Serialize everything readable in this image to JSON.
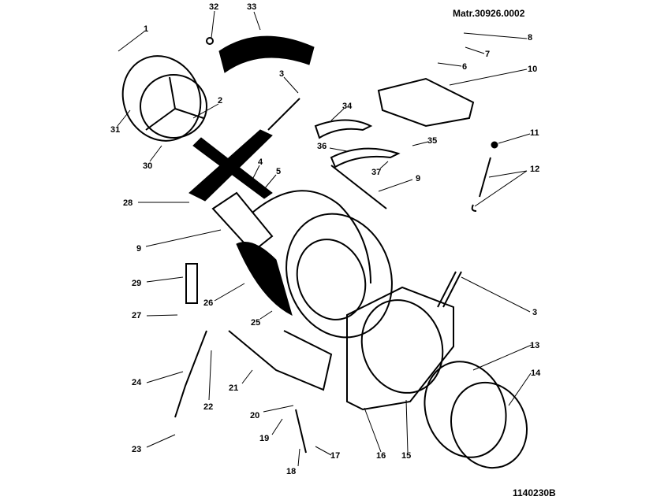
{
  "header": {
    "matr": "Matr.30926.0002",
    "drawing_no": "1140230B"
  },
  "labels": [
    "1",
    "32",
    "33",
    "3",
    "2",
    "31",
    "30",
    "4",
    "5",
    "28",
    "9",
    "34",
    "36",
    "35",
    "37",
    "9",
    "8",
    "7",
    "6",
    "10",
    "11",
    "12",
    "3",
    "29",
    "26",
    "25",
    "27",
    "24",
    "22",
    "21",
    "20",
    "19",
    "18",
    "17",
    "16",
    "15",
    "13",
    "14",
    "23"
  ]
}
